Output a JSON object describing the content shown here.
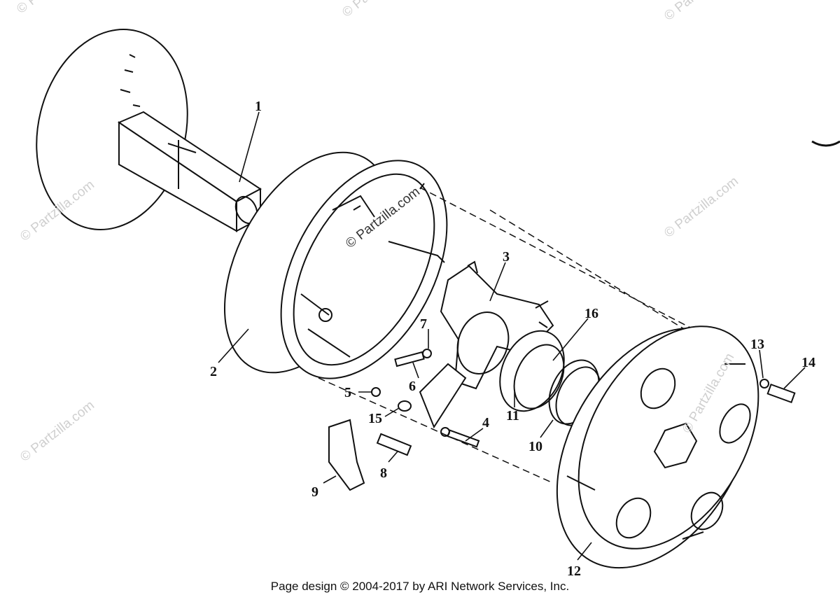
{
  "diagram": {
    "callouts": [
      "1",
      "2",
      "3",
      "4",
      "5",
      "6",
      "7",
      "8",
      "9",
      "10",
      "11",
      "12",
      "13",
      "14",
      "15",
      "16"
    ],
    "watermark": "© Partzilla.com",
    "ink": "#111111"
  },
  "footer": {
    "text": "Page design © 2004-2017 by ARI Network Services, Inc."
  }
}
